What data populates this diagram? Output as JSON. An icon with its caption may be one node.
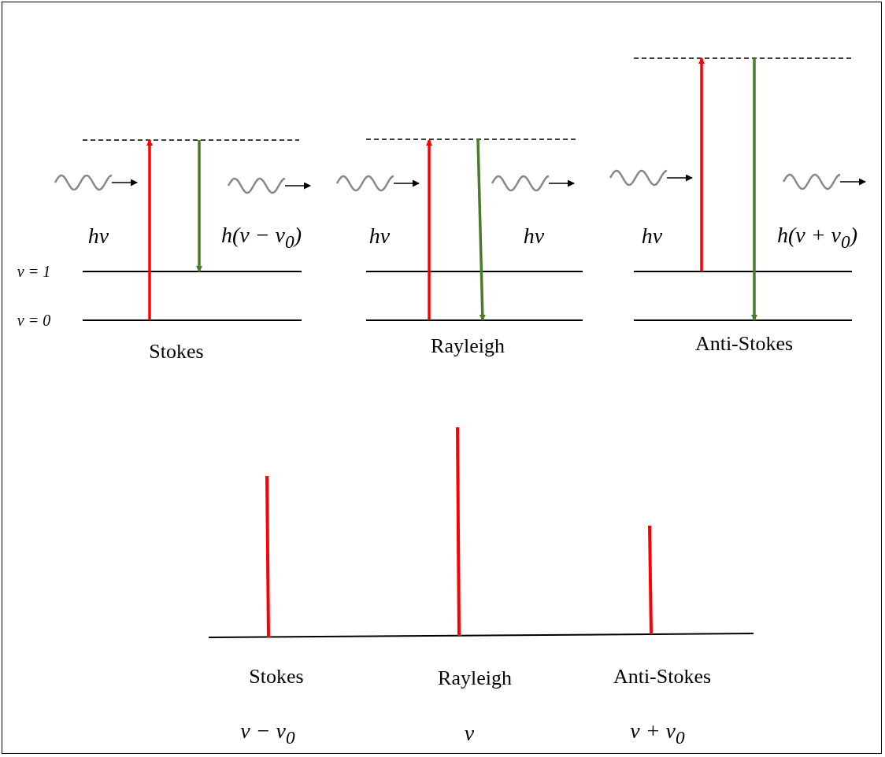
{
  "diagram": {
    "labels": [
      "hν",
      "h(ν − ν$_{0}$)",
      "hν",
      "hν",
      "hν",
      "h(ν + ν$_{0}$)",
      "ν = 1",
      "ν = 0",
      "Stokes",
      "Rayleigh",
      "Anti-Stokes",
      "Stokes",
      "Rayleigh",
      "Anti-Stokes",
      "ν − ν$_{0}$",
      "ν",
      "ν + ν$_{0}$"
    ]
  }
}
